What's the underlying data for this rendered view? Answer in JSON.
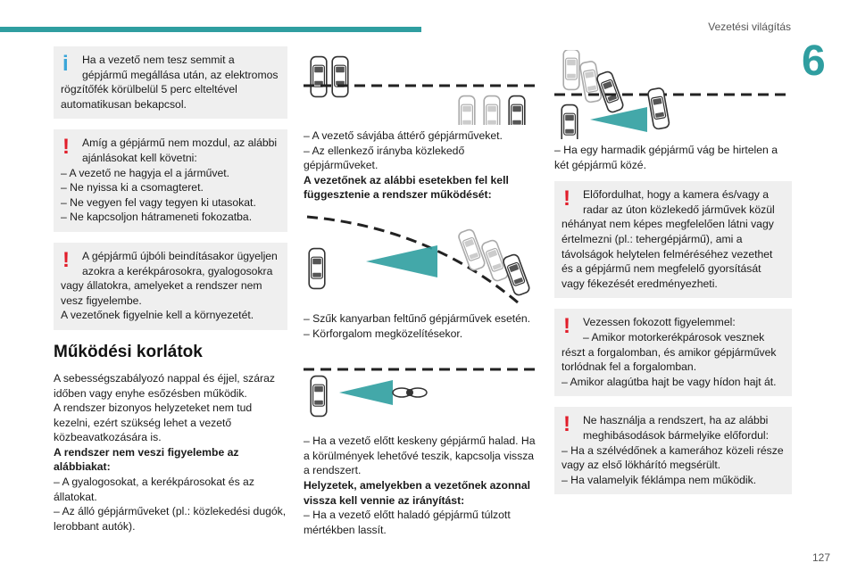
{
  "header": {
    "section": "Vezetési világítás",
    "chapter": "6",
    "page": "127"
  },
  "col1": {
    "info_box": {
      "lead": "Ha a vezető nem tesz semmit a gépjármű megállása után, az elektromos",
      "rest": "rögzítőfék körülbelül 5 perc elteltével automatikusan bekapcsol."
    },
    "warn_box1": {
      "lead": "Amíg a gépjármű nem mozdul, az alábbi ajánlásokat kell követni:",
      "items": [
        "– A vezető ne hagyja el a járművet.",
        "– Ne nyissa ki a csomagteret.",
        "– Ne vegyen fel vagy tegyen ki utasokat.",
        "– Ne kapcsoljon hátrameneti fokozatba."
      ]
    },
    "warn_box2": {
      "lead": "A gépjármű újbóli beindításakor ügyeljen azokra a kerékpárosokra, gyalogosokra",
      "rest": "vagy állatokra, amelyeket a rendszer nem vesz figyelembe.",
      "rest2": "A vezetőnek figyelnie kell a környezetét."
    },
    "heading": "Működési korlátok",
    "p1": "A sebességszabályozó nappal és éjjel, száraz időben vagy enyhe esőzésben működik.",
    "p2": "A rendszer bizonyos helyzeteket nem tud kezelni, ezért szükség lehet a vezető közbeavatkozására is.",
    "bold1": "A rendszer nem veszi figyelembe az alábbiakat:",
    "items": [
      "– A gyalogosokat, a kerékpárosokat és az állatokat.",
      "– Az álló gépjárműveket (pl.: közlekedési dugók, lerobbant autók)."
    ]
  },
  "col2": {
    "text1": [
      "– A vezető sávjába áttérő gépjárműveket.",
      "– Az ellenkező irányba közlekedő gépjárműveket."
    ],
    "bold1": "A vezetőnek az alábbi esetekben fel kell függesztenie a rendszer működését:",
    "text2": [
      "– Szűk kanyarban feltűnő gépjárművek esetén.",
      "– Körforgalom megközelítésekor."
    ],
    "text3": "– Ha a vezető előtt keskeny gépjármű halad. Ha a körülmények lehetővé teszik, kapcsolja vissza a rendszert.",
    "bold2": "Helyzetek, amelyekben a vezetőnek azonnal vissza kell vennie az irányítást:",
    "text4": "– Ha a vezető előtt haladó gépjármű túlzott mértékben lassít."
  },
  "col3": {
    "text1": "– Ha egy harmadik gépjármű vág be hirtelen a két gépjármű közé.",
    "warn_box1": {
      "lead": "Előfordulhat, hogy a kamera és/vagy a radar az úton közlekedő járművek közül",
      "rest": "néhányat nem képes megfelelően látni vagy értelmezni (pl.: tehergépjármű), ami a távolságok helytelen felméréséhez vezethet és a gépjármű nem megfelelő gyorsítását vagy fékezését eredményezheti."
    },
    "warn_box2": {
      "lead": "Vezessen fokozott figyelemmel:",
      "lead2": "– Amikor motorkerékpárosok vesznek",
      "rest": "részt a forgalomban, és amikor gépjárművek torlódnak fel a forgalomban.",
      "rest2": "– Amikor alagútba hajt be vagy hídon hajt át."
    },
    "warn_box3": {
      "lead": "Ne használja a rendszert, ha az alábbi meghibásodások bármelyike előfordul:",
      "items": [
        "– Ha a szélvédőnek a kamerához közeli része vagy az első lökhárító megsérült.",
        "– Ha valamelyik féklámpa nem működik."
      ]
    }
  },
  "colors": {
    "accent": "#2f9ea0",
    "warn": "#e11d2a",
    "info": "#3aa6d8",
    "box_bg": "#efefef"
  },
  "icons": [
    "info-icon",
    "warning-icon",
    "car-illustration-icon",
    "motorcycle-icon",
    "radar-wave-icon"
  ]
}
